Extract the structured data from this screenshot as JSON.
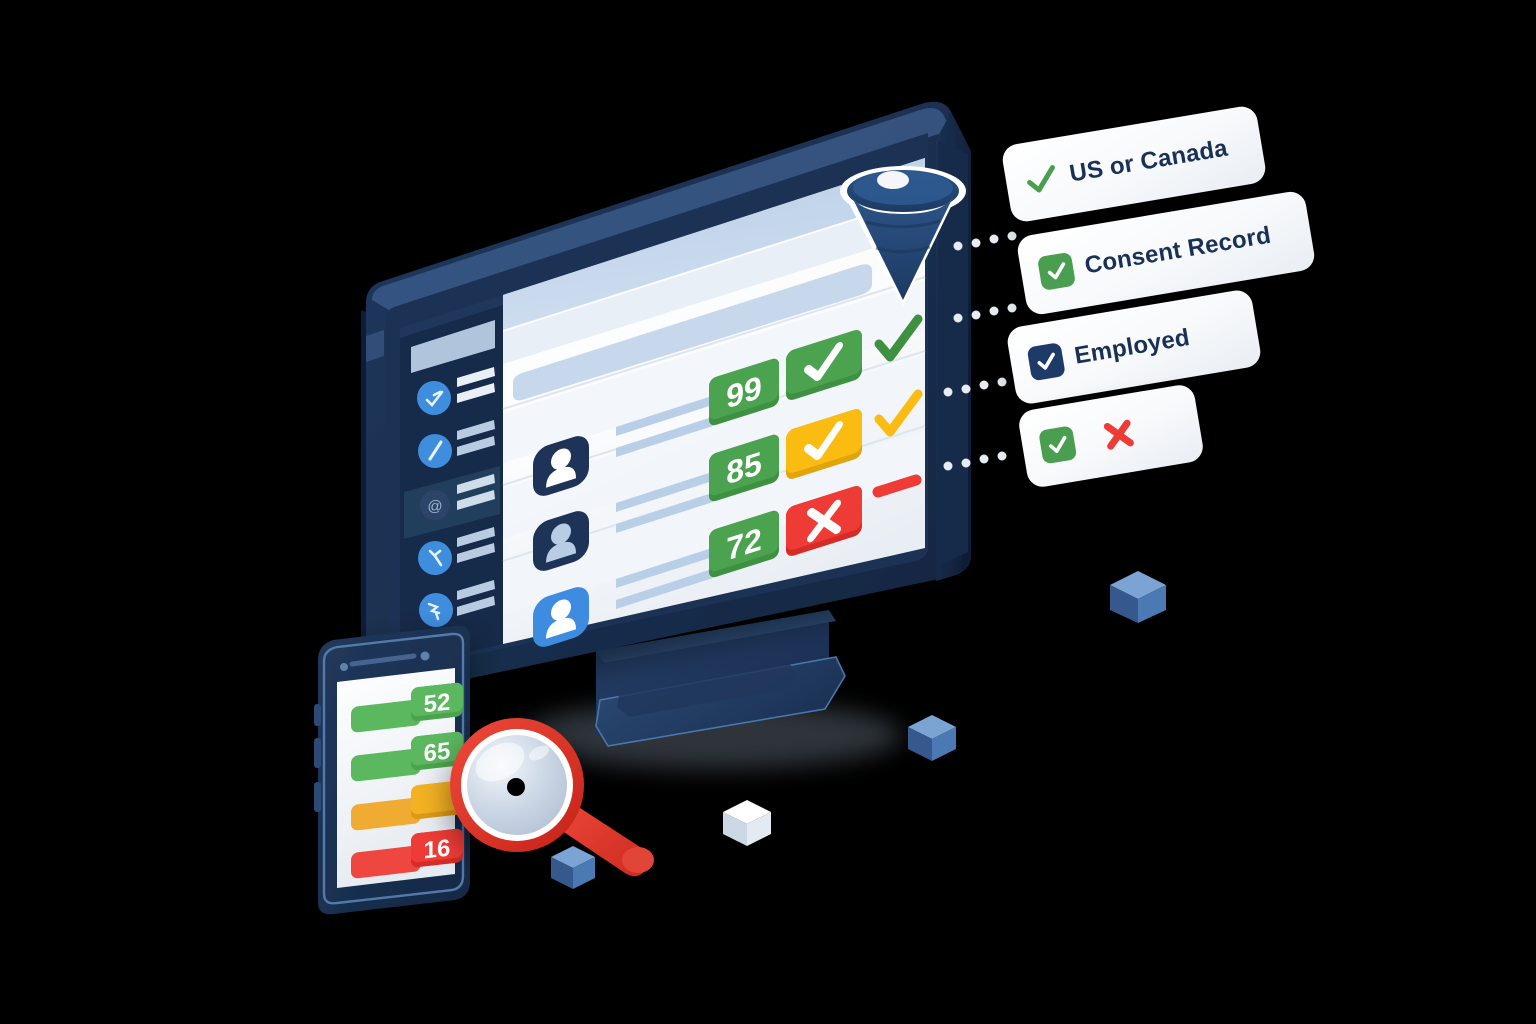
{
  "scene": {
    "title": "Candidate screening and filtering illustration"
  },
  "colors": {
    "navy_dark": "#16294a",
    "navy_mid": "#1e3659",
    "bezel_edge": "#6e93c4",
    "screen_white": "#fdfefe",
    "accent_blue": "#3d8ce0",
    "green": "#4a9e4f",
    "green_dark": "#3c8a41",
    "yellow": "#fbbc12",
    "red": "#ef3b35",
    "text_navy": "#1a3157",
    "sidebar_line": "#c6d6e8",
    "card_bg": "#f6f9fb"
  },
  "monitor": {
    "sidebar": {
      "logo_label": "",
      "items": [
        {
          "icon": "rocket-icon",
          "lines": 2
        },
        {
          "icon": "pen-icon",
          "lines": 2
        },
        {
          "icon": "at-icon",
          "lines": 2,
          "active": true
        },
        {
          "icon": "wrench-icon",
          "lines": 2
        },
        {
          "icon": "filter-tool-icon",
          "lines": 2
        }
      ]
    },
    "topbar": {
      "search_placeholder": "",
      "funnel_icon": "funnel-icon"
    },
    "table": {
      "columns": [
        "avatar",
        "details",
        "score",
        "status",
        "verdict"
      ],
      "rows": [
        {
          "avatar": "avatar-dark",
          "score": "99",
          "status": "check",
          "status_color": "#4a9e4f",
          "verdict": "check",
          "verdict_color": "#4a9e4f"
        },
        {
          "avatar": "avatar-dark-2",
          "score": "85",
          "status": "check",
          "status_color": "#fbbc12",
          "verdict": "check",
          "verdict_color": "#fbbc12"
        },
        {
          "avatar": "avatar-blue",
          "score": "72",
          "status": "cross",
          "status_color": "#ef3b35",
          "verdict": "dash",
          "verdict_color": "#ef3b35"
        }
      ]
    }
  },
  "phone": {
    "rows": [
      {
        "score": "52",
        "color": "#5cb85f",
        "bar_color": "#67bd69"
      },
      {
        "score": "65",
        "color": "#5cb85f",
        "bar_color": "#67bd69"
      },
      {
        "score": "",
        "color": "#f4b223",
        "bar_color": "#f0ab33"
      },
      {
        "score": "16",
        "color": "#ef3b35",
        "bar_color": "#ee473f"
      }
    ]
  },
  "filter_cards": [
    {
      "label": "US or Canada",
      "marker": "tick-plain",
      "marker_color": "#4a9e4f",
      "secondary": null
    },
    {
      "label": "Consent Record",
      "marker": "checkbox-green",
      "marker_color": "#4a9e4f",
      "secondary": null
    },
    {
      "label": "Employed",
      "marker": "checkbox-navy",
      "marker_color": "#1d3a68",
      "secondary": null
    },
    {
      "label": "",
      "marker": "checkbox-green",
      "marker_color": "#4a9e4f",
      "secondary": "x-mark",
      "secondary_color": "#ef3b35"
    }
  ],
  "cubes": [
    {
      "name": "cube-blue-1",
      "color": "#5d8fc9"
    },
    {
      "name": "cube-blue-2",
      "color": "#5d8fc9"
    },
    {
      "name": "cube-white",
      "color": "#e9eef4"
    },
    {
      "name": "cube-blue-3",
      "color": "#5d8fc9"
    }
  ],
  "magnifier": {
    "name": "magnifying-glass",
    "rim_color": "#e03127",
    "lens_color": "#cfd9e6",
    "handle_color": "#de3a2e"
  }
}
